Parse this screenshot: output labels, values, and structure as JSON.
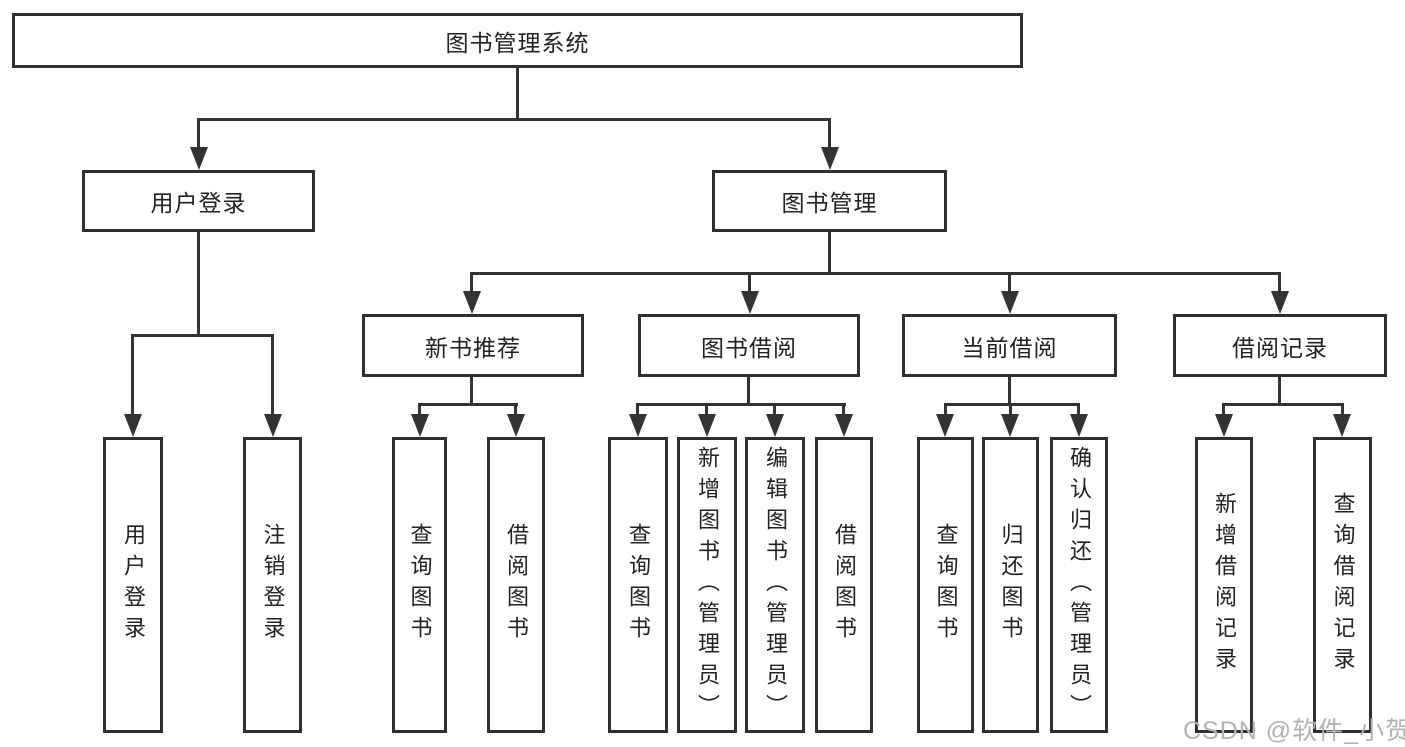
{
  "tree": {
    "root": {
      "label": "图书管理系统"
    },
    "level2": [
      {
        "label": "用户登录"
      },
      {
        "label": "图书管理"
      }
    ],
    "level3": [
      {
        "label": "新书推荐"
      },
      {
        "label": "图书借阅"
      },
      {
        "label": "当前借阅"
      },
      {
        "label": "借阅记录"
      }
    ],
    "leaves": {
      "user": [
        "用户登录",
        "注销登录"
      ],
      "recommend": [
        "查询图书",
        "借阅图书"
      ],
      "borrow": [
        "查询图书",
        "新增图书（管理员）",
        "编辑图书（管理员）",
        "借阅图书"
      ],
      "current": [
        "查询图书",
        "归还图书",
        "确认归还（管理员）"
      ],
      "records": [
        "新增借阅记录",
        "查询借阅记录"
      ]
    }
  },
  "watermark": {
    "text": "CSDN @软件_小贺同学"
  },
  "colors": {
    "line": "#333333",
    "box_border": "#2f2f2f",
    "text": "#222222",
    "background": "#ffffff",
    "watermark": "#b3b3b3"
  }
}
